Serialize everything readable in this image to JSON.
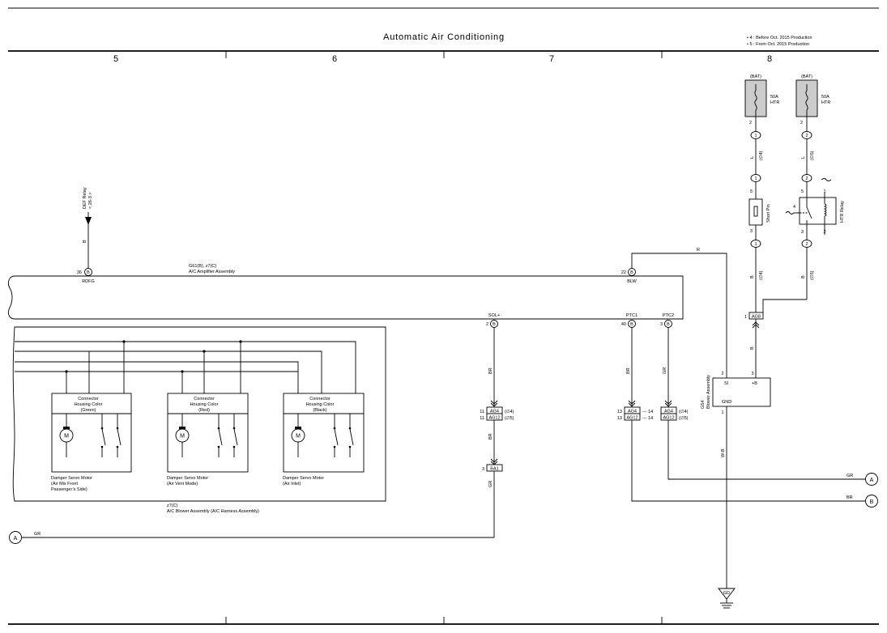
{
  "header": {
    "title": "Automatic Air Conditioning",
    "notes": [
      "• 4 : Before Oct.  2015 Production",
      "• 5 : From Oct.  2015 Production"
    ],
    "columns": [
      "5",
      "6",
      "7",
      "8"
    ]
  },
  "fuses": [
    {
      "supply": "(BAT)",
      "rating": "50A",
      "name": "HTR"
    },
    {
      "supply": "(BAT)",
      "rating": "50A",
      "name": "HTR"
    }
  ],
  "short_pin": "Short Pin",
  "htr_relay": "HTR Relay",
  "dbf_relay": {
    "name": "DEF Relay",
    "ref": "< 26-3 >"
  },
  "amplifier": {
    "connector": "G61(B), z7(C)",
    "name": "A/C Amplifier Assembly"
  },
  "pins": {
    "rdfg": {
      "num": "36",
      "mark": "B",
      "label": "RDFG"
    },
    "blw": {
      "num": "22",
      "mark": "B",
      "label": "BLW"
    },
    "sol": {
      "num": "2",
      "mark": "B",
      "label": "SOL+"
    },
    "ptc1": {
      "num": "40",
      "mark": "B",
      "label": "PTC1"
    },
    "ptc2": {
      "num": "3",
      "mark": "B",
      "label": "PTC2"
    }
  },
  "blower_assembly": {
    "code": "G54",
    "name": "Blower Assembly",
    "si": "SI",
    "plus_b": "+B",
    "gnd": "GND",
    "pin_si": "2",
    "pin_b": "3",
    "pin_gnd": "1"
  },
  "servo_motors": [
    {
      "housing": [
        "Connector",
        "Housing Color",
        "(Green)"
      ],
      "name": [
        "Damper Servo Motor",
        "(Air Mix Front",
        " Passenger’s Side)"
      ]
    },
    {
      "housing": [
        "Connector",
        "Housing Color",
        "(Red)"
      ],
      "name": [
        "Damper Servo Motor",
        "(Air Vent Mode)"
      ]
    },
    {
      "housing": [
        "Connector",
        "Housing Color",
        "(Black)"
      ],
      "name": [
        "Damper Servo Motor",
        "(Air Inlet)"
      ]
    }
  ],
  "motor_symbol": "M",
  "blower_harness": {
    "connector": "z7(C)",
    "name": "A/C Blower Assembly (A/C Harness Assembly)"
  },
  "connectors": {
    "ag4": "AG4",
    "ag12": "AG12",
    "ag8": "AG8",
    "ba1": "BA1",
    "gd": "GD",
    "v4": "(∅4)",
    "v5": "(∅5)"
  },
  "wire_colors": {
    "b": "B",
    "br": "BR",
    "gr": "GR",
    "r": "R",
    "l": "L",
    "wb": "W-B"
  },
  "junctions": {
    "a": "A",
    "b": "B"
  },
  "pin_numbers": {
    "n1": "1",
    "n2": "2",
    "n3": "3",
    "n4": "4",
    "n5": "5",
    "n11": "11",
    "n13": "13",
    "n14": "14"
  },
  "wire_notes": {
    "dash14": "--- 14",
    "v4": "(∅4)",
    "v5": "(∅5)"
  }
}
